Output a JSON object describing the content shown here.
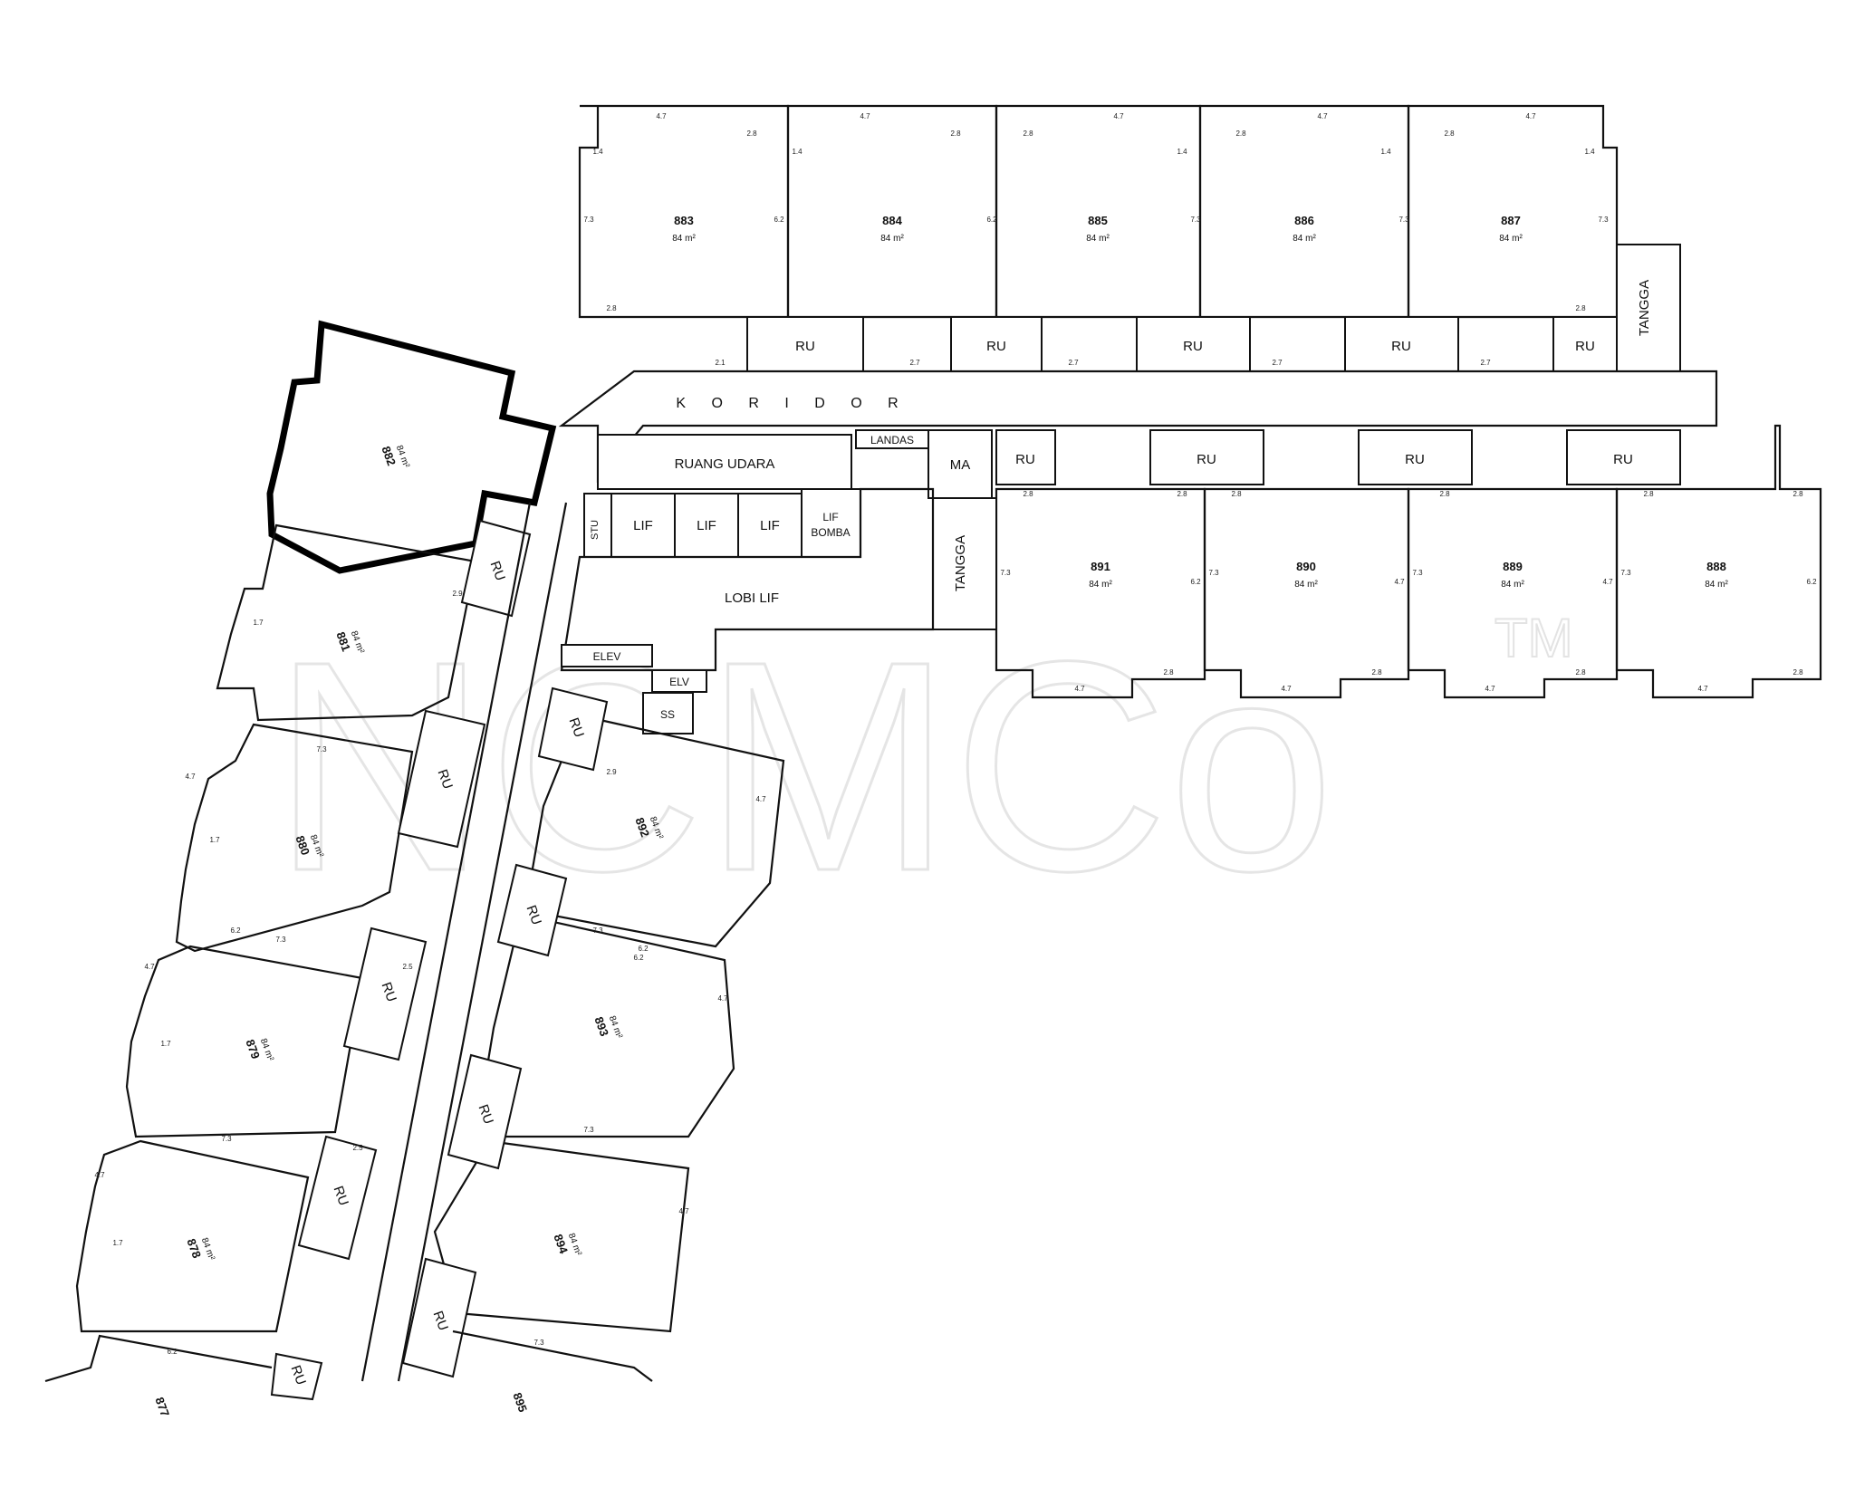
{
  "corridor_label": "K O R I D O R",
  "watermark": {
    "text": "NCMCo",
    "tm": "TM"
  },
  "top_units": [
    {
      "no": "883",
      "area": "84 m²"
    },
    {
      "no": "884",
      "area": "84 m²"
    },
    {
      "no": "885",
      "area": "84 m²"
    },
    {
      "no": "886",
      "area": "84 m²"
    },
    {
      "no": "887",
      "area": "84 m²"
    }
  ],
  "bottom_units": [
    {
      "no": "891",
      "area": "84 m²"
    },
    {
      "no": "890",
      "area": "84 m²"
    },
    {
      "no": "889",
      "area": "84 m²"
    },
    {
      "no": "888",
      "area": "84 m²"
    }
  ],
  "wing_units": [
    {
      "no": "882",
      "area": "84 m²"
    },
    {
      "no": "881",
      "area": "84 m²"
    },
    {
      "no": "880",
      "area": "84 m²"
    },
    {
      "no": "879",
      "area": "84 m²"
    },
    {
      "no": "878",
      "area": "84 m²"
    },
    {
      "no": "892",
      "area": "84 m²"
    },
    {
      "no": "893",
      "area": "84 m²"
    },
    {
      "no": "894",
      "area": "84 m²"
    }
  ],
  "cut_labels": [
    "877",
    "895"
  ],
  "rooms": {
    "ru": "RU",
    "tangga": "TANGGA",
    "ruang_udara": "RUANG UDARA",
    "landas": "LANDAS",
    "ma": "MA",
    "lif": "LIF",
    "lif_bomba_1": "LIF",
    "lif_bomba_2": "BOMBA",
    "lobi_lif": "LOBI LIF",
    "stu": "STU",
    "elev": "ELEV",
    "elv": "ELV",
    "ss": "SS"
  },
  "dims": {
    "d47": "4.7",
    "d28": "2.8",
    "d73": "7.3",
    "d14": "1.4",
    "d62": "6.2",
    "d17": "1.7",
    "d25": "2.5",
    "d29": "2.9",
    "d21": "2.1",
    "d27": "2.7"
  }
}
